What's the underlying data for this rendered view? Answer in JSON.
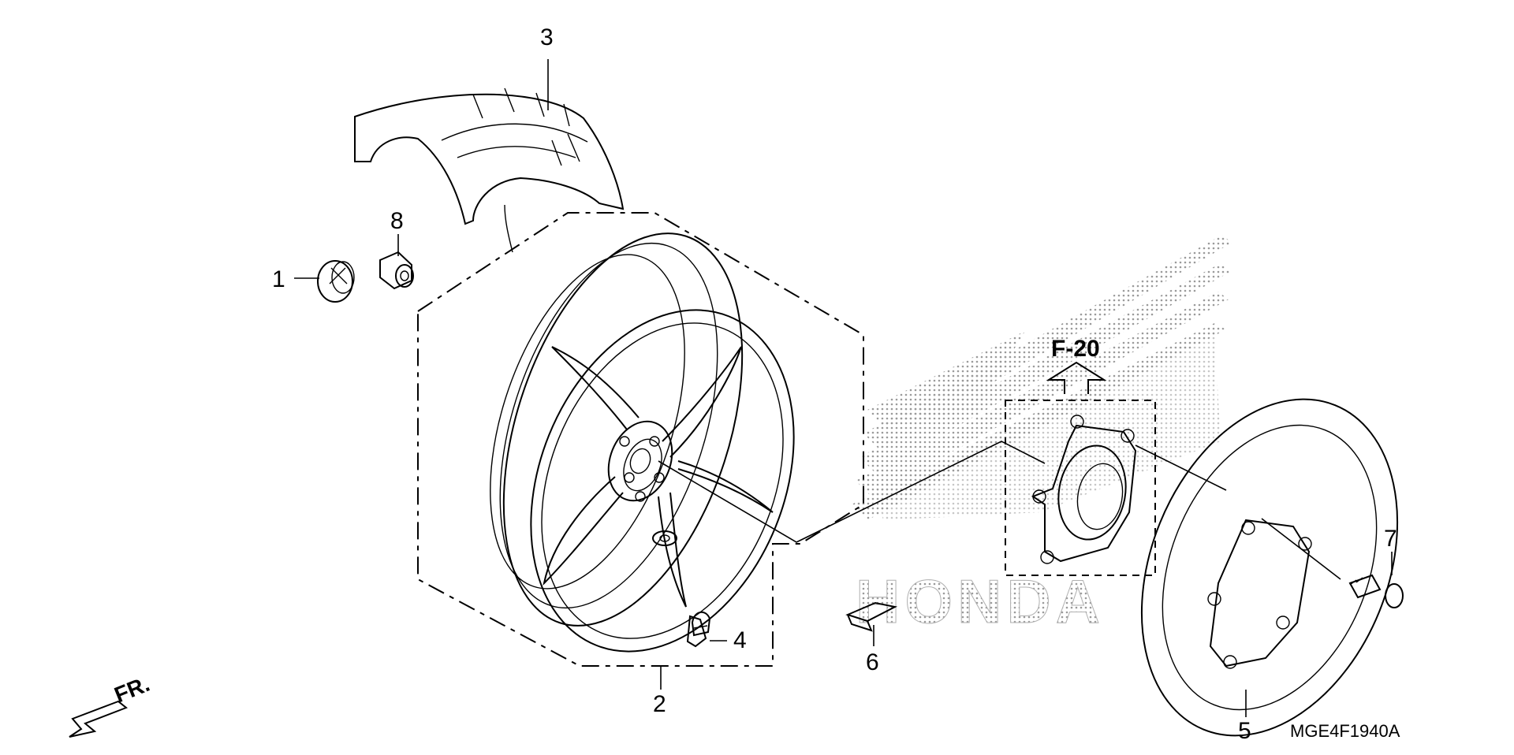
{
  "diagram": {
    "callouts": [
      {
        "id": "1",
        "label": "1"
      },
      {
        "id": "2",
        "label": "2"
      },
      {
        "id": "3",
        "label": "3"
      },
      {
        "id": "4",
        "label": "4"
      },
      {
        "id": "5",
        "label": "5"
      },
      {
        "id": "6",
        "label": "6"
      },
      {
        "id": "7",
        "label": "7"
      },
      {
        "id": "8",
        "label": "8"
      }
    ],
    "reference_label": "F-20",
    "front_label": "FR.",
    "diagram_code": "MGE4F1940A",
    "watermark_text": "HONDA"
  },
  "colors": {
    "line": "#000000",
    "background": "#ffffff",
    "watermark": "#bdbdbd"
  }
}
